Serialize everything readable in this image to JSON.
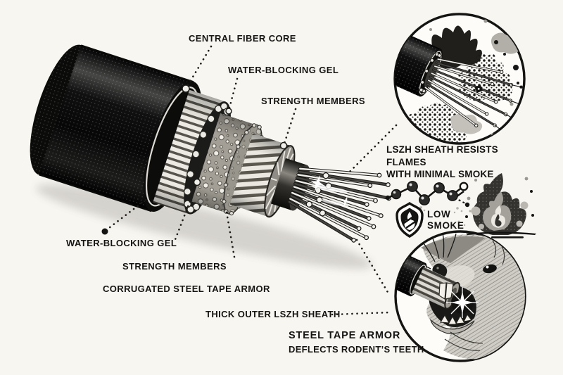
{
  "scene": {
    "title": "Fiber optic cable construction diagram",
    "colors": {
      "paper": "#f8f6f1",
      "ink": "#161514",
      "halftone_gray": "#9a9890"
    }
  },
  "labels": {
    "central_fiber_core": "CENTRAL FIBER CORE",
    "water_blocking_gel_top": "WATER-BLOCKING GEL",
    "strength_members_top": "STRENGTH MEMBERS",
    "water_blocking_gel_bottom": "WATER-BLOCKING GEL",
    "strength_members_bottom": "STRENGTH MEMBERS",
    "corrugated_steel_tape_armor": "CORRUGATED STEEL TAPE ARMOR",
    "thick_outer_prefix": "THICK OUTER ",
    "thick_outer_bold": "LSZH SHEATH"
  },
  "callouts": {
    "flame": {
      "bold": "LSZH SHEATH",
      "rest_line1": " RESISTS FLAMES",
      "line2": "WITH MINIMAL SMOKE"
    },
    "low_smoke": {
      "line1": "LOW",
      "line2": "SMOKE"
    },
    "rodent": {
      "title": "STEEL TAPE ARMOR",
      "subtitle": "DEFLECTS RODENT’S TEETH"
    }
  },
  "icons": {
    "shield": "low-smoke-shield-icon",
    "molecule": "molecule-chain-icon",
    "fire": "fire-icon",
    "flame_inset": "flame-test-inset",
    "rodent_inset": "rodent-bite-inset"
  }
}
